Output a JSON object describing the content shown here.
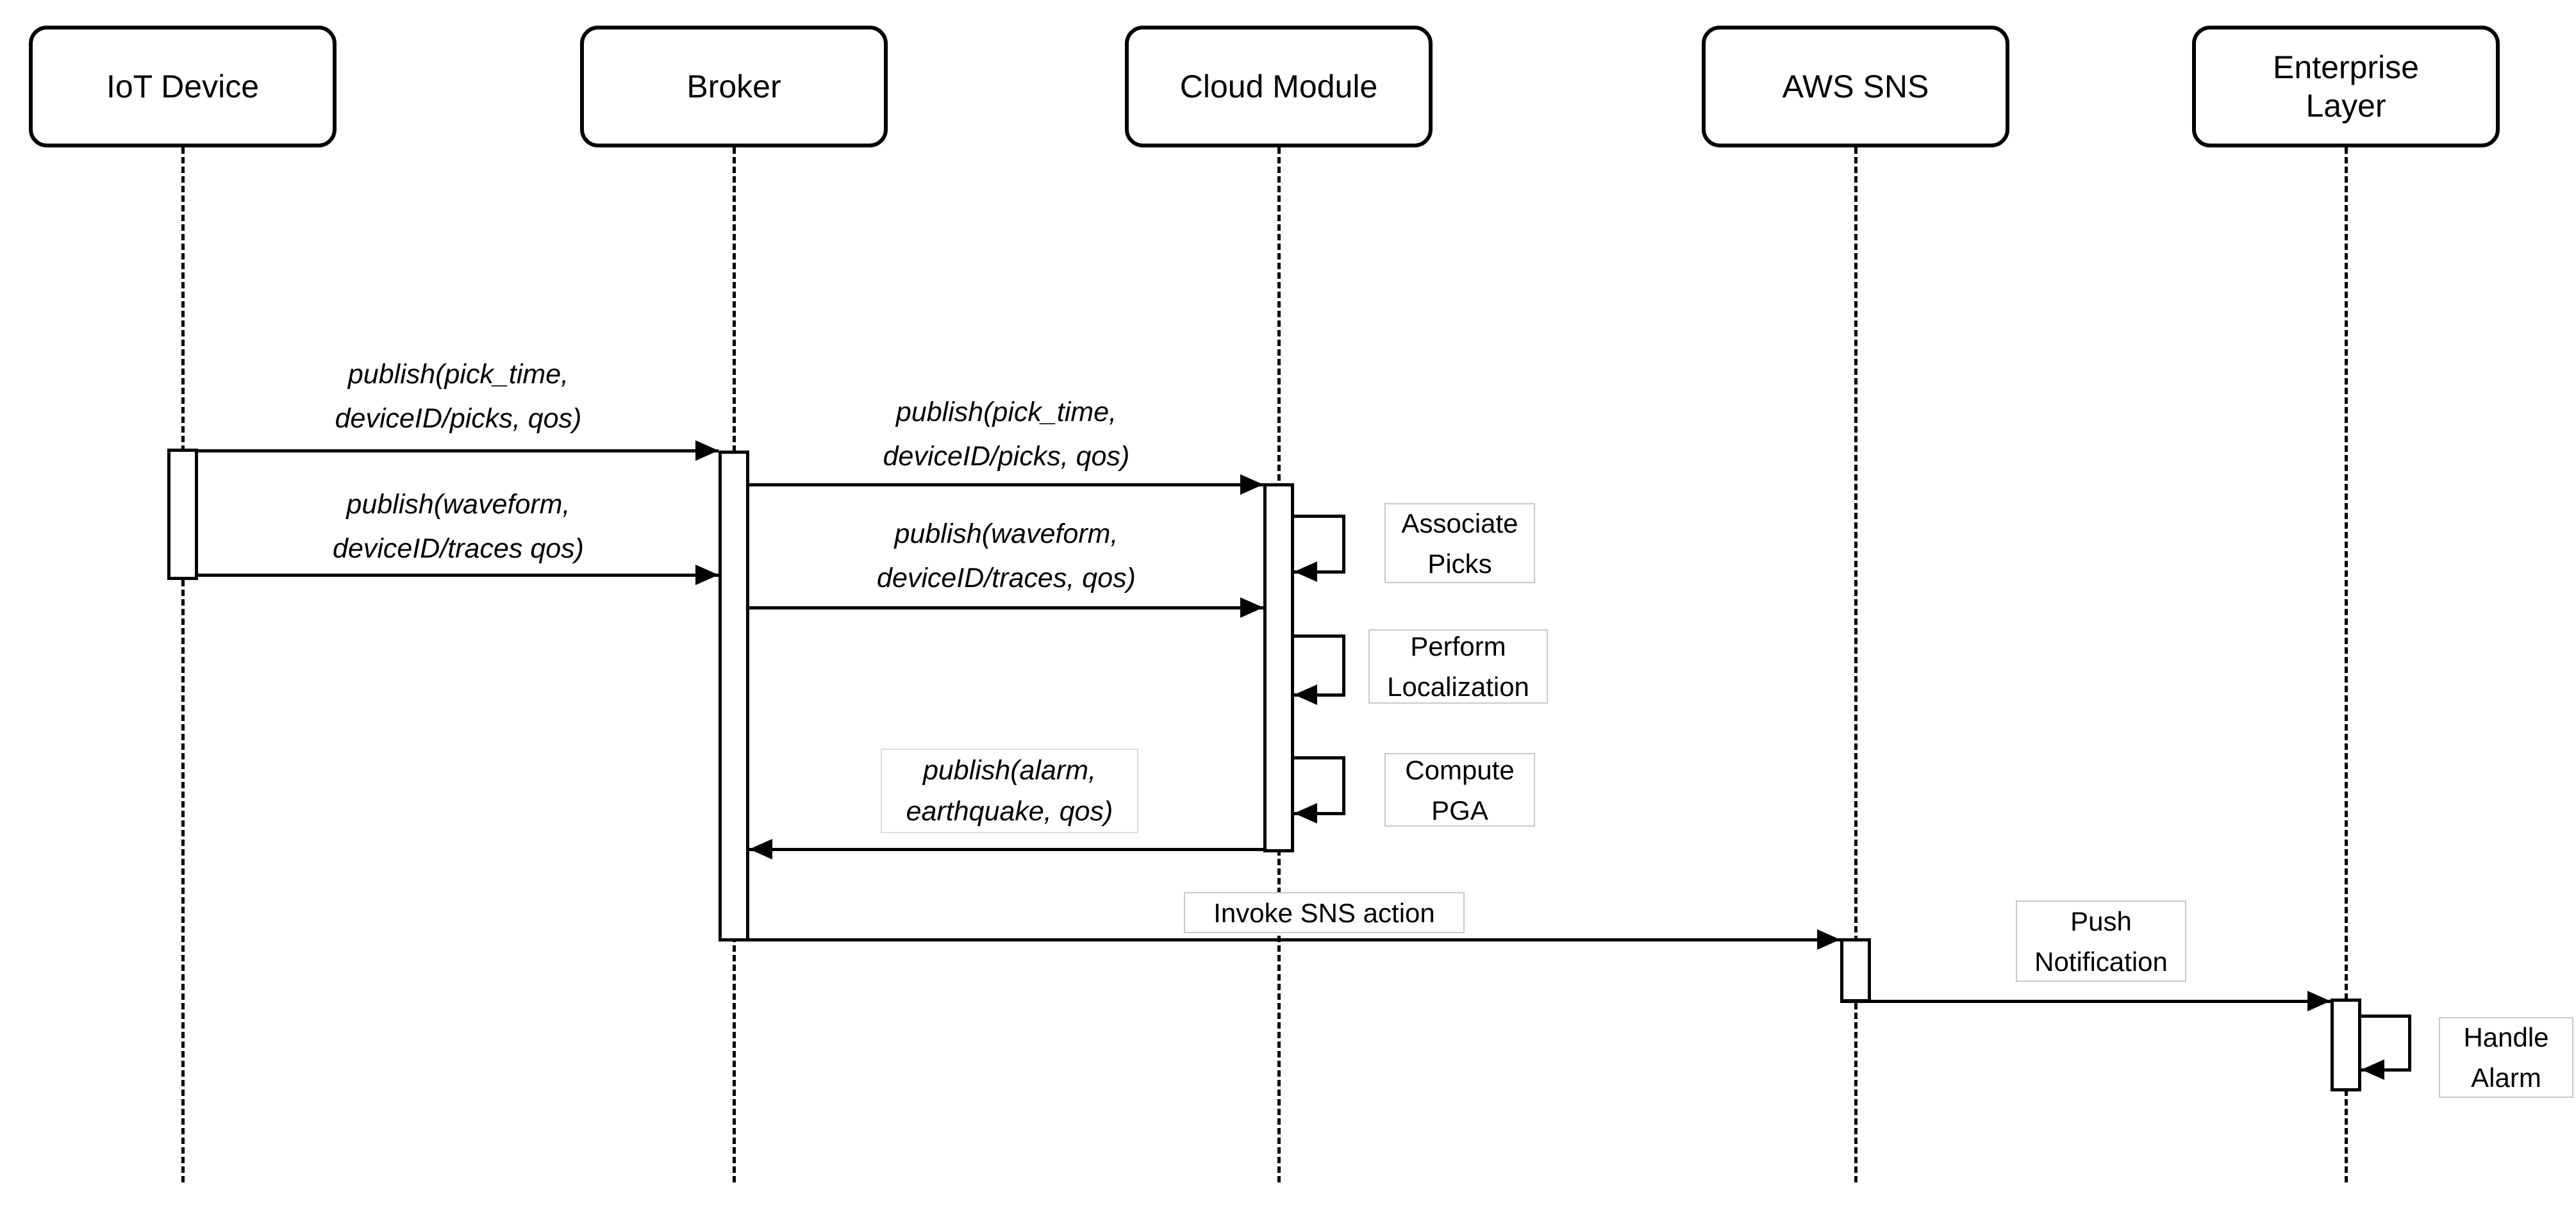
{
  "colors": {
    "background": "#ffffff",
    "stroke": "#000000",
    "label_border": "#c9c9c9",
    "text": "#000000"
  },
  "actors": [
    {
      "label": "IoT Device"
    },
    {
      "label": "Broker"
    },
    {
      "label": "Cloud Module"
    },
    {
      "label": "AWS SNS"
    },
    {
      "label": "Enterprise\nLayer"
    }
  ],
  "messages": [
    {
      "from": "IoT Device",
      "to": "Broker",
      "label": "publish(pick_time,\ndeviceID/picks, qos)",
      "style": "italic"
    },
    {
      "from": "IoT Device",
      "to": "Broker",
      "label": "publish(waveform,\ndeviceID/traces qos)",
      "style": "italic"
    },
    {
      "from": "Broker",
      "to": "Cloud Module",
      "label": "publish(pick_time,\ndeviceID/picks, qos)",
      "style": "italic"
    },
    {
      "from": "Broker",
      "to": "Cloud Module",
      "label": "publish(waveform,\ndeviceID/traces, qos)",
      "style": "italic"
    },
    {
      "from": "Cloud Module",
      "to": "Cloud Module",
      "label": "Associate\nPicks",
      "style": "plain"
    },
    {
      "from": "Cloud Module",
      "to": "Cloud Module",
      "label": "Perform\nLocalization",
      "style": "plain"
    },
    {
      "from": "Cloud Module",
      "to": "Cloud Module",
      "label": "Compute\nPGA",
      "style": "plain"
    },
    {
      "from": "Cloud Module",
      "to": "Broker",
      "label": "publish(alarm,\nearthquake, qos)",
      "style": "italic"
    },
    {
      "from": "Broker",
      "to": "AWS SNS",
      "label": "Invoke SNS action",
      "style": "plain"
    },
    {
      "from": "AWS SNS",
      "to": "Enterprise Layer",
      "label": "Push\nNotification",
      "style": "plain"
    },
    {
      "from": "Enterprise Layer",
      "to": "Enterprise Layer",
      "label": "Handle\nAlarm",
      "style": "plain"
    }
  ]
}
